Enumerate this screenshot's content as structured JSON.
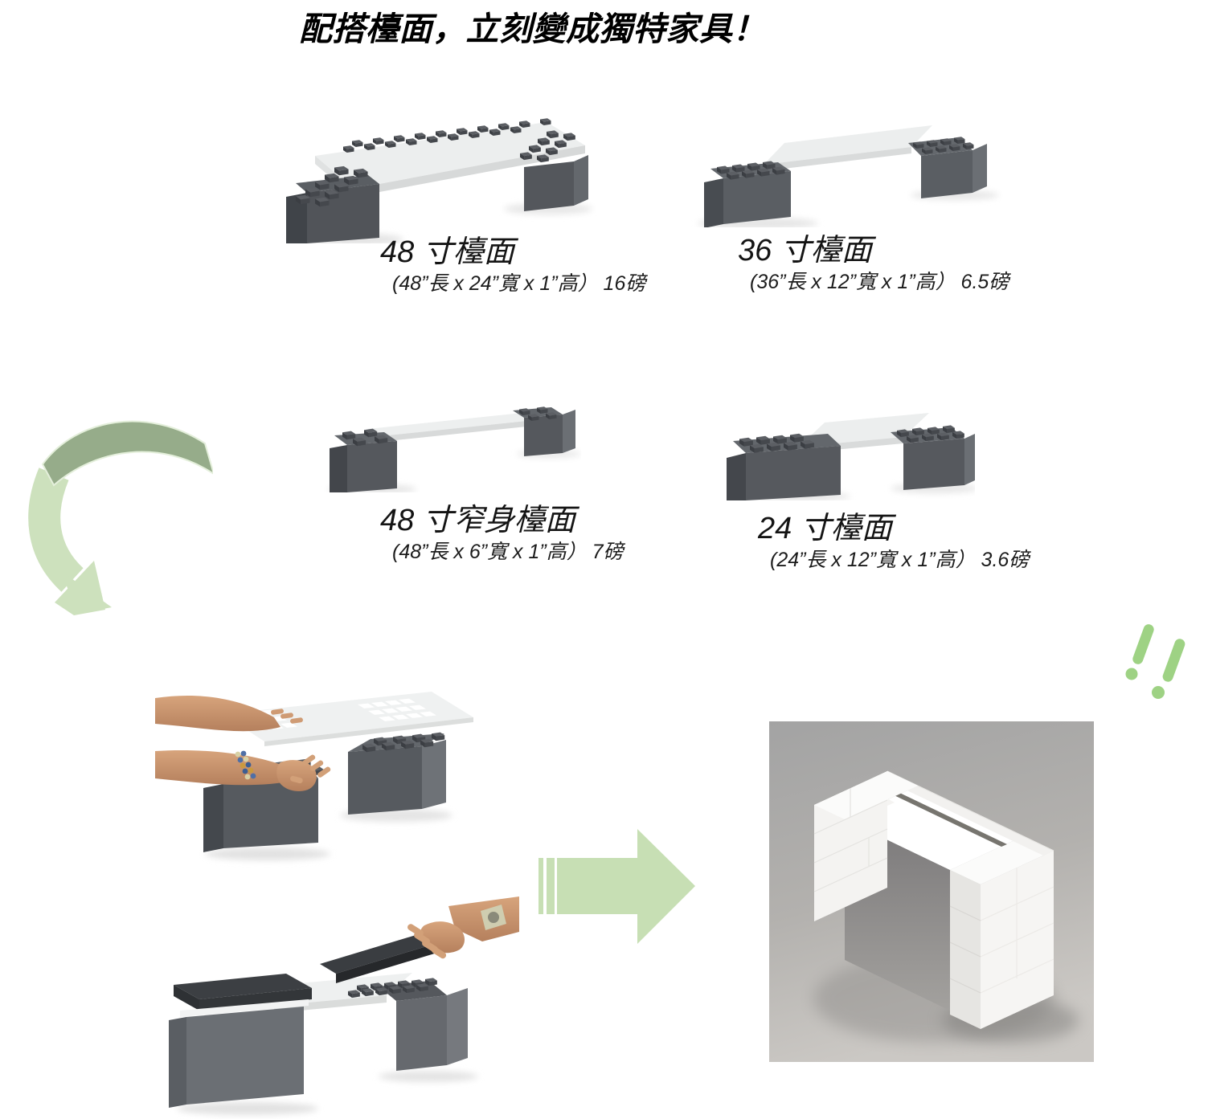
{
  "title": "配搭檯面，立刻變成獨特家具！",
  "products": [
    {
      "name": "48 寸檯面",
      "spec": "(48”長 x 24”寬 x 1”高） 16磅"
    },
    {
      "name": "36 寸檯面",
      "spec": "(36”長 x 12”寬 x 1”高） 6.5磅"
    },
    {
      "name": "48 寸窄身檯面",
      "spec": "(48”長 x 6”寬 x 1”高） 7磅"
    },
    {
      "name": "24 寸檯面",
      "spec": "(24”長 x 12”寬 x 1”高） 3.6磅"
    }
  ],
  "graphics": {
    "colors": {
      "arrow_light_green": "#c9e0b6",
      "arrow_dark_green": "#96ac8a",
      "exclamation_green": "#9ed284",
      "block_dark_gray": "#5a5e63",
      "panel_white": "#eceeee",
      "desk_photo_background": "#a8a8a8"
    }
  }
}
